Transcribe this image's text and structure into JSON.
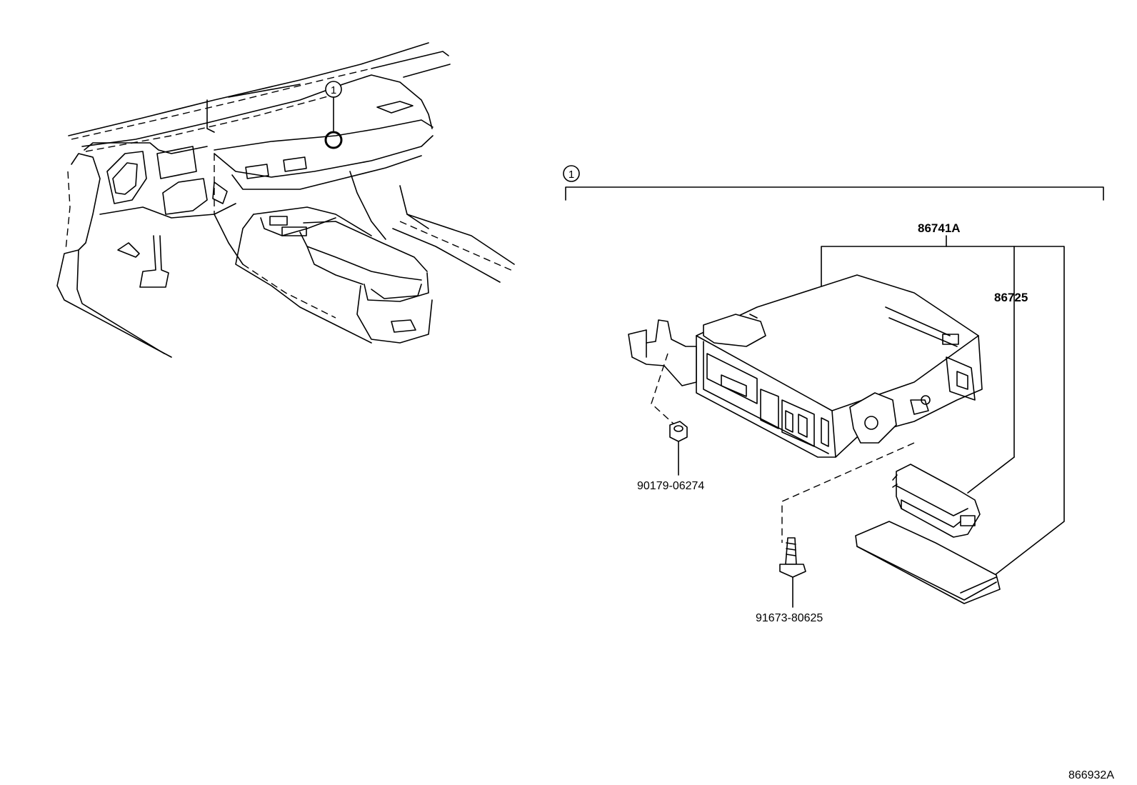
{
  "diagram_id": "866932A",
  "callout": "1",
  "parts": {
    "assembly": "86741A",
    "module": "86725",
    "nut": "90179-06274",
    "bolt": "91673-80625"
  }
}
